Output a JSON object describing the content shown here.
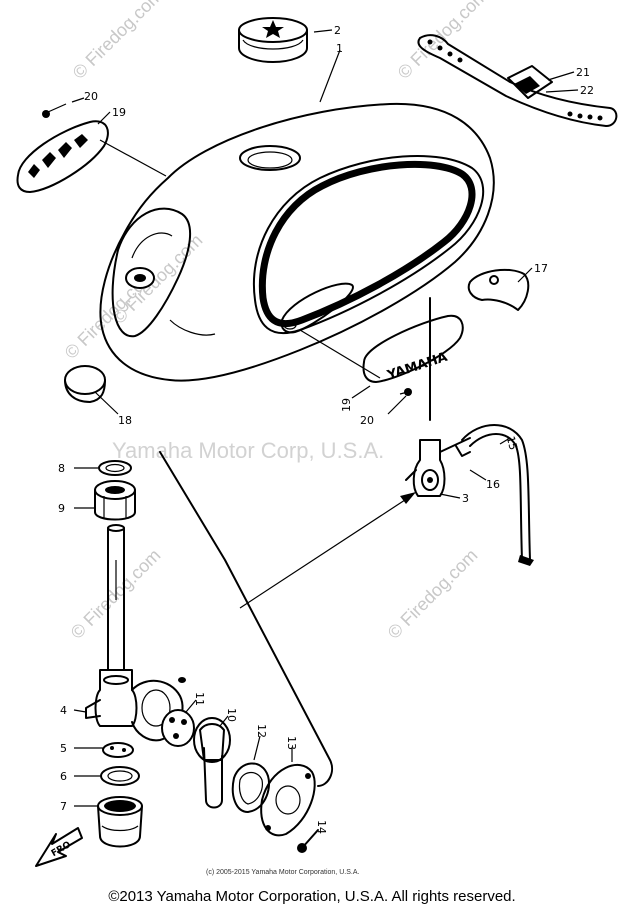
{
  "watermarks": {
    "site": "© Firedog.com",
    "center": "Yamaha Motor Corp, U.S.A."
  },
  "tank_emblem": "YAMAHA",
  "front_label": "FRO",
  "small_copyright": "(c) 2005-2015 Yamaha Motor Corporation, U.S.A.",
  "copyright": "©2013 Yamaha Motor Corporation, U.S.A. All rights reserved.",
  "callouts": {
    "n1": "1",
    "n2": "2",
    "n3": "3",
    "n4": "4",
    "n5": "5",
    "n6": "6",
    "n7": "7",
    "n8": "8",
    "n9": "9",
    "n10": "10",
    "n11": "11",
    "n12": "12",
    "n13": "13",
    "n14": "14",
    "n15": "15",
    "n16": "16",
    "n17": "17",
    "n18": "18",
    "n19a": "19",
    "n19b": "19",
    "n20a": "20",
    "n20b": "20",
    "n21": "21",
    "n22": "22"
  }
}
